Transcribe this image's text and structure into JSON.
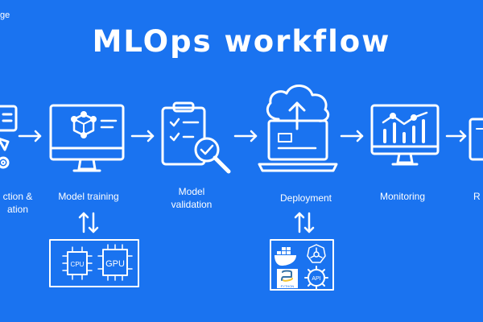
{
  "header": {
    "brand_fragment": "ge",
    "title": "MLOps workflow"
  },
  "steps": [
    {
      "label_line1": "ction &",
      "label_line2": "ation"
    },
    {
      "label": "Model training"
    },
    {
      "label_line1": "Model",
      "label_line2": "validation"
    },
    {
      "label": "Deployment"
    },
    {
      "label": "Monitoring"
    },
    {
      "label": "R"
    }
  ],
  "resources": {
    "compute": {
      "cpu": "CPU",
      "gpu": "GPU"
    },
    "tools": {
      "python": "PYTHON",
      "api": "API"
    }
  },
  "colors": {
    "background": "#1a73f0",
    "stroke": "#ffffff"
  }
}
